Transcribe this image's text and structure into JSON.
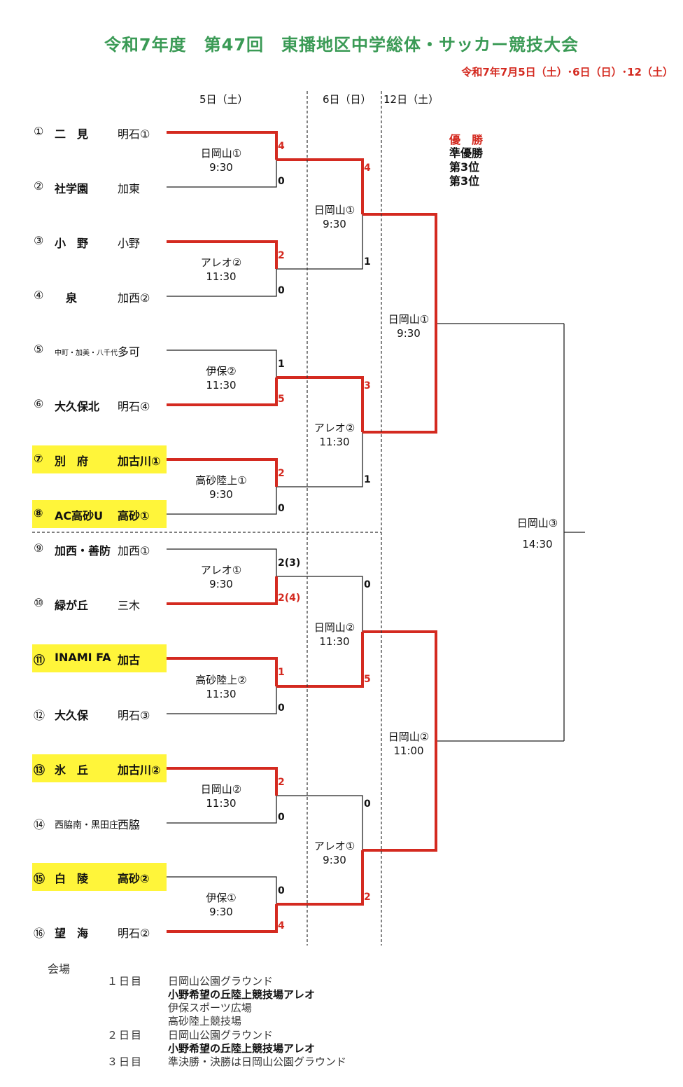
{
  "title": "令和7年度　第47回　東播地区中学総体・サッカー競技大会",
  "dates": "令和7年7月5日（土）･6日（日）･12（土）",
  "days": [
    "5日（土）",
    "6日（日）",
    "12日（土）"
  ],
  "teams": [
    {
      "num": "①",
      "name": "二　見",
      "rep": "明石①"
    },
    {
      "num": "②",
      "name": "社学園",
      "rep": "加東"
    },
    {
      "num": "③",
      "name": "小　野",
      "rep": "小野"
    },
    {
      "num": "④",
      "name": "　泉",
      "rep": "加西②"
    },
    {
      "num": "⑤",
      "name": "中町・加美・八千代",
      "rep": "多可"
    },
    {
      "num": "⑥",
      "name": "大久保北",
      "rep": "明石④"
    },
    {
      "num": "⑦",
      "name": "別　府",
      "rep": "加古川①"
    },
    {
      "num": "⑧",
      "name": "AC高砂U",
      "rep": "高砂①"
    },
    {
      "num": "⑨",
      "name": "加西・善防",
      "rep": "加西①"
    },
    {
      "num": "⑩",
      "name": "緑が丘",
      "rep": "三木"
    },
    {
      "num": "⑪",
      "name": "INAMI FA",
      "rep": "加古"
    },
    {
      "num": "⑫",
      "name": "大久保",
      "rep": "明石③"
    },
    {
      "num": "⑬",
      "name": "氷　丘",
      "rep": "加古川②"
    },
    {
      "num": "⑭",
      "name": "西脇南・黒田庄",
      "rep": "西脇"
    },
    {
      "num": "⑮",
      "name": "白　陵",
      "rep": "高砂②"
    },
    {
      "num": "⑯",
      "name": "望　海",
      "rep": "明石②"
    }
  ],
  "round1": [
    {
      "venue": "日岡山①",
      "time": "9:30",
      "score_top": "4",
      "score_bottom": "0"
    },
    {
      "venue": "アレオ②",
      "time": "11:30",
      "score_top": "2",
      "score_bottom": "0"
    },
    {
      "venue": "伊保②",
      "time": "11:30",
      "score_top": "1",
      "score_bottom": "5"
    },
    {
      "venue": "高砂陸上①",
      "time": "9:30",
      "score_top": "2",
      "score_bottom": "0"
    },
    {
      "venue": "アレオ①",
      "time": "9:30",
      "score_top": "2(3)",
      "score_bottom": "2(4)"
    },
    {
      "venue": "高砂陸上②",
      "time": "11:30",
      "score_top": "1",
      "score_bottom": "0"
    },
    {
      "venue": "日岡山②",
      "time": "11:30",
      "score_top": "2",
      "score_bottom": "0"
    },
    {
      "venue": "伊保①",
      "time": "9:30",
      "score_top": "0",
      "score_bottom": "4"
    }
  ],
  "round2": [
    {
      "venue": "日岡山①",
      "time": "9:30",
      "score_top": "4",
      "score_bottom": "1"
    },
    {
      "venue": "アレオ②",
      "time": "11:30",
      "score_top": "3",
      "score_bottom": "1"
    },
    {
      "venue": "日岡山②",
      "time": "11:30",
      "score_top": "0",
      "score_bottom": "5"
    },
    {
      "venue": "アレオ①",
      "time": "9:30",
      "score_top": "0",
      "score_bottom": "2"
    }
  ],
  "semis": [
    {
      "venue": "日岡山①",
      "time": "9:30"
    },
    {
      "venue": "日岡山②",
      "time": "11:00"
    }
  ],
  "final": {
    "venue": "日岡山③",
    "time": "14:30"
  },
  "results": [
    "優　勝",
    "準優勝",
    "第3位",
    "第3位"
  ],
  "venues": {
    "label": "会場",
    "day1_label": "１日目",
    "day1": [
      "日岡山公園グラウンド",
      "小野希望の丘陸上競技場アレオ",
      "伊保スポーツ広場",
      "高砂陸上競技場"
    ],
    "day2_label": "２日目",
    "day2": [
      "日岡山公園グラウンド",
      "小野希望の丘陸上競技場アレオ"
    ],
    "day3_label": "３日目",
    "day3": [
      "準決勝・決勝は日岡山公園グラウンド"
    ]
  },
  "colors": {
    "title": "#3a9a55",
    "win_line": "#d42a20",
    "highlight": "#fff53a"
  }
}
